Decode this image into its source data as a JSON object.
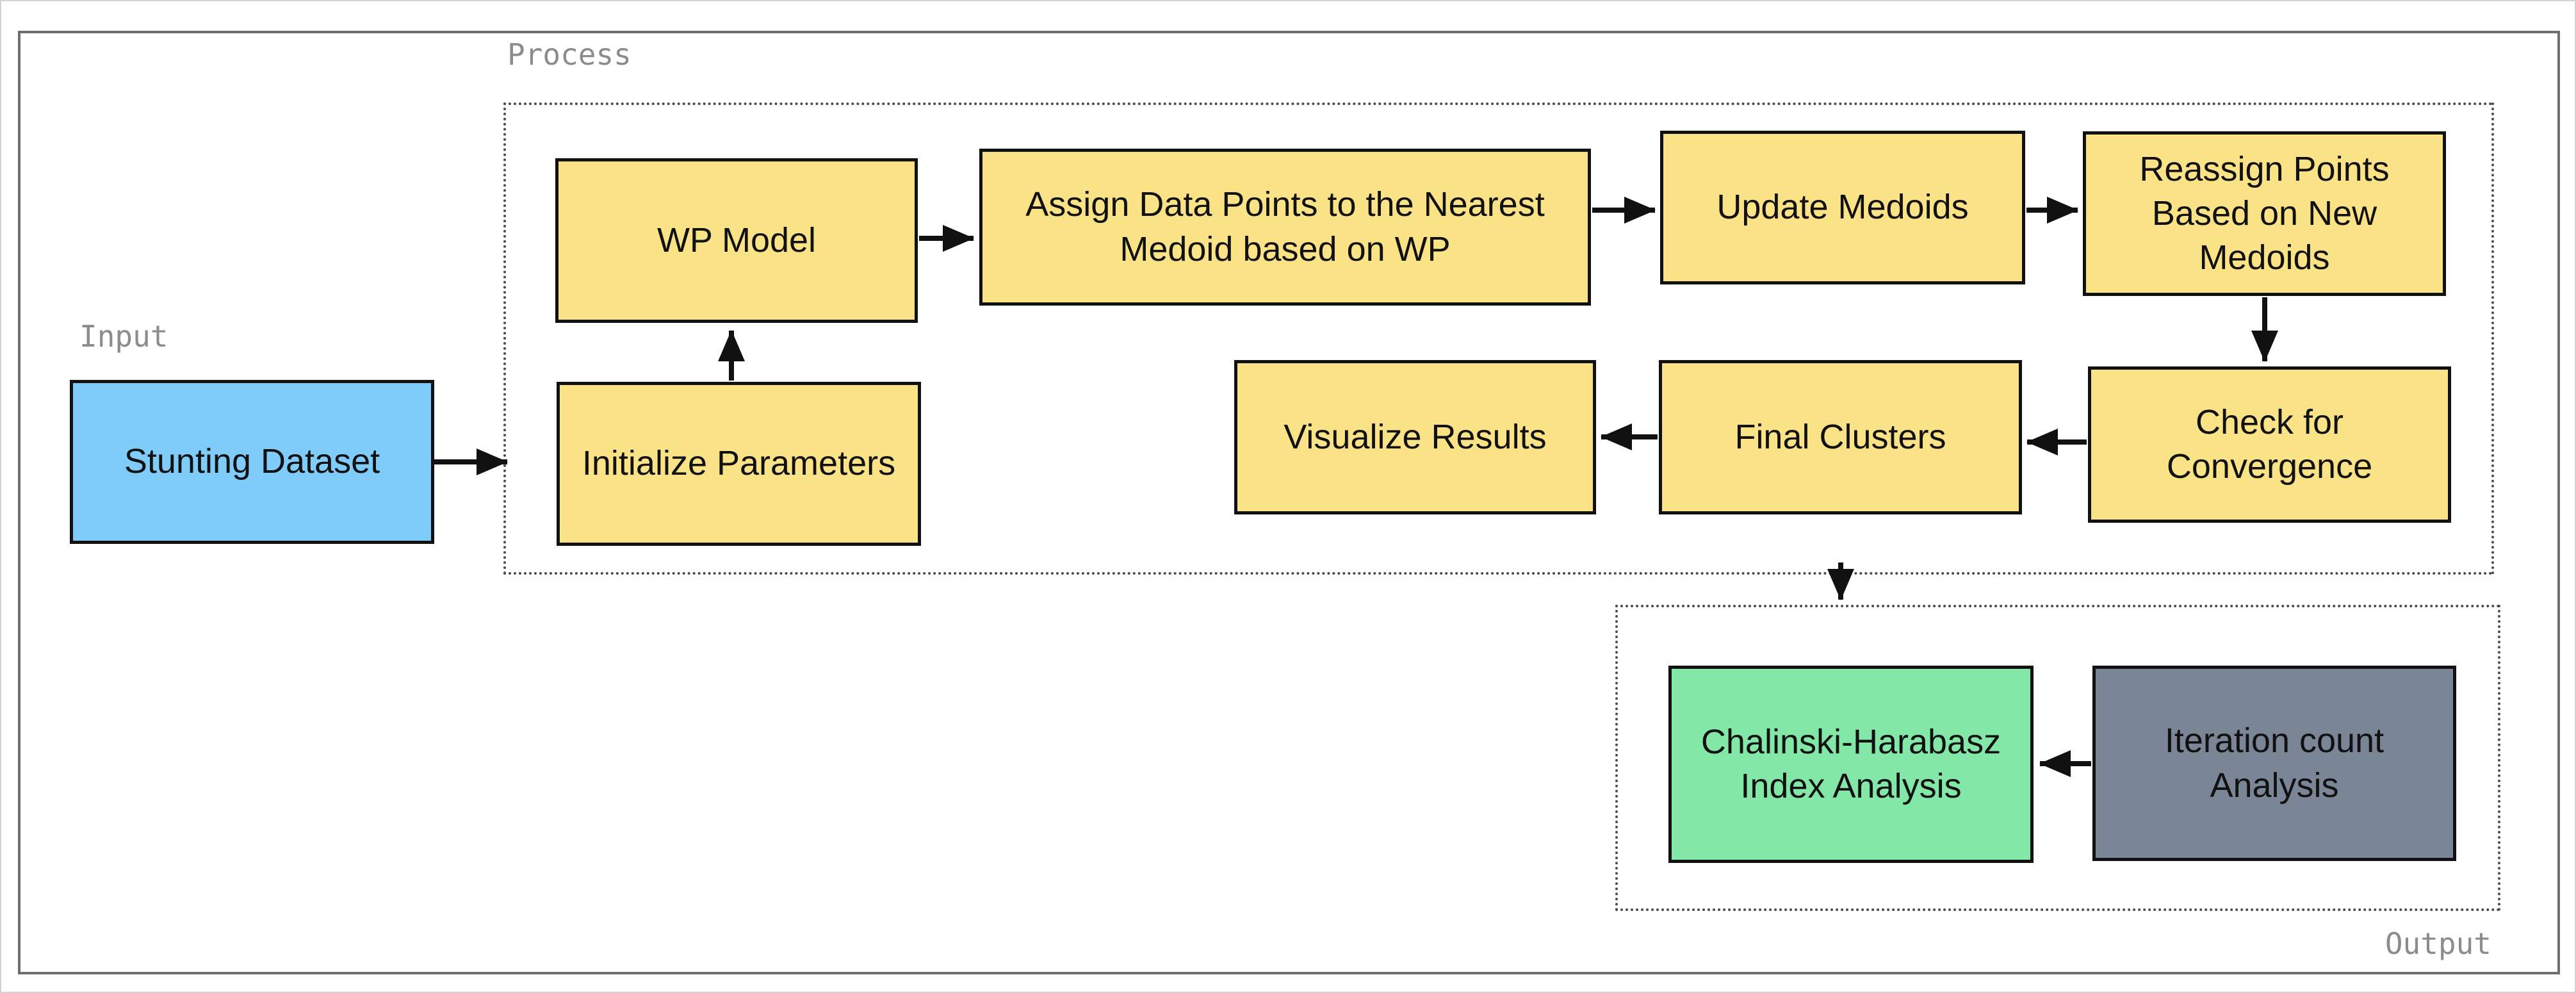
{
  "groups": {
    "process": {
      "label": "Process"
    },
    "input": {
      "label": "Input"
    },
    "output": {
      "label": "Output"
    }
  },
  "nodes": {
    "stunting": {
      "label": "Stunting Dataset",
      "color": "#7FCCFA"
    },
    "wp": {
      "label": "WP Model",
      "color": "#FAE286"
    },
    "init": {
      "label": "Initialize Parameters",
      "color": "#FAE286"
    },
    "assign": {
      "label": "Assign Data Points to the Nearest Medoid based on WP",
      "color": "#FAE286"
    },
    "update": {
      "label": "Update Medoids",
      "color": "#FAE286"
    },
    "reassign": {
      "label": "Reassign Points Based on New Medoids",
      "color": "#FAE286"
    },
    "check": {
      "label": "Check for Convergence",
      "color": "#FAE286"
    },
    "final": {
      "label": "Final Clusters",
      "color": "#FAE286"
    },
    "visualize": {
      "label": "Visualize Results",
      "color": "#FAE286"
    },
    "chalinski": {
      "label": "Chalinski-Harabasz Index Analysis",
      "color": "#83E8A7"
    },
    "iteration": {
      "label": "Iteration count Analysis",
      "color": "#7A8696"
    }
  },
  "colors": {
    "node_border": "#111111",
    "arrow": "#111111",
    "group_label_text": "#8C8C8C",
    "dashed_container_border": "#4A4A4A",
    "outer_frame_border": "#6E6E6E",
    "background": "#FFFFFF"
  }
}
